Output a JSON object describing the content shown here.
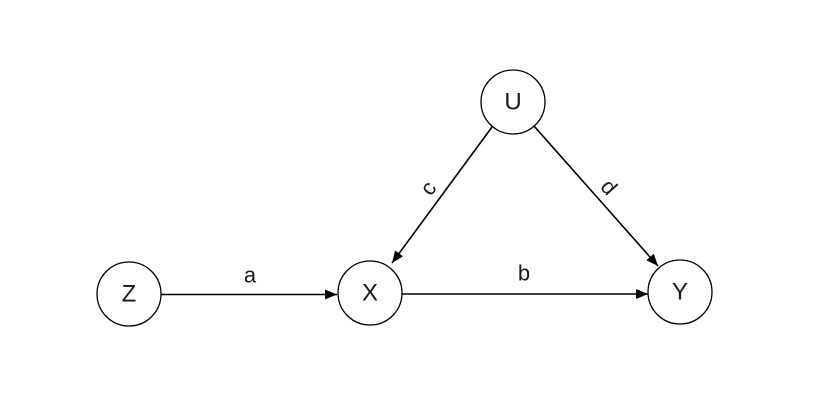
{
  "diagram": {
    "nodes": [
      {
        "id": "Z",
        "label": "Z"
      },
      {
        "id": "X",
        "label": "X"
      },
      {
        "id": "U",
        "label": "U"
      },
      {
        "id": "Y",
        "label": "Y"
      }
    ],
    "edges": [
      {
        "from": "Z",
        "to": "X",
        "label": "a"
      },
      {
        "from": "X",
        "to": "Y",
        "label": "b"
      },
      {
        "from": "U",
        "to": "X",
        "label": "c"
      },
      {
        "from": "U",
        "to": "Y",
        "label": "d"
      }
    ],
    "colors": {
      "stroke": "#000000",
      "text": "#1a1a1a",
      "background": "#ffffff"
    }
  }
}
